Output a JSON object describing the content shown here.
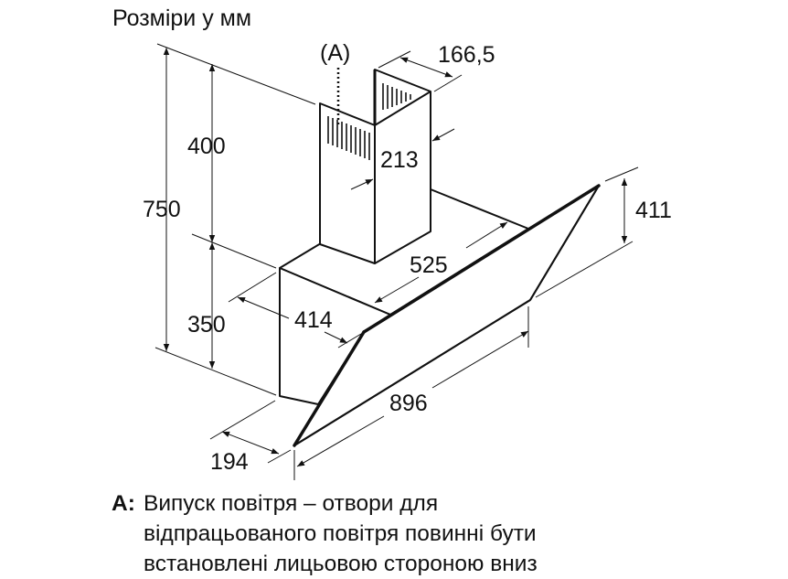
{
  "title": "Розміри у мм",
  "dimensions": {
    "total_height": "750",
    "chimney_height": "400",
    "body_height": "350",
    "chimney_width": "166,5",
    "chimney_depth": "213",
    "glass_height": "411",
    "depth_top": "525",
    "body_depth": "414",
    "width": "896",
    "bottom_depth": "194"
  },
  "callout": "(A)",
  "note": {
    "label": "A:",
    "lines": [
      "Випуск повітря – отвори для",
      "відпрацьованого повітря повинні бути",
      "встановлені лицьовою стороною вниз"
    ]
  }
}
